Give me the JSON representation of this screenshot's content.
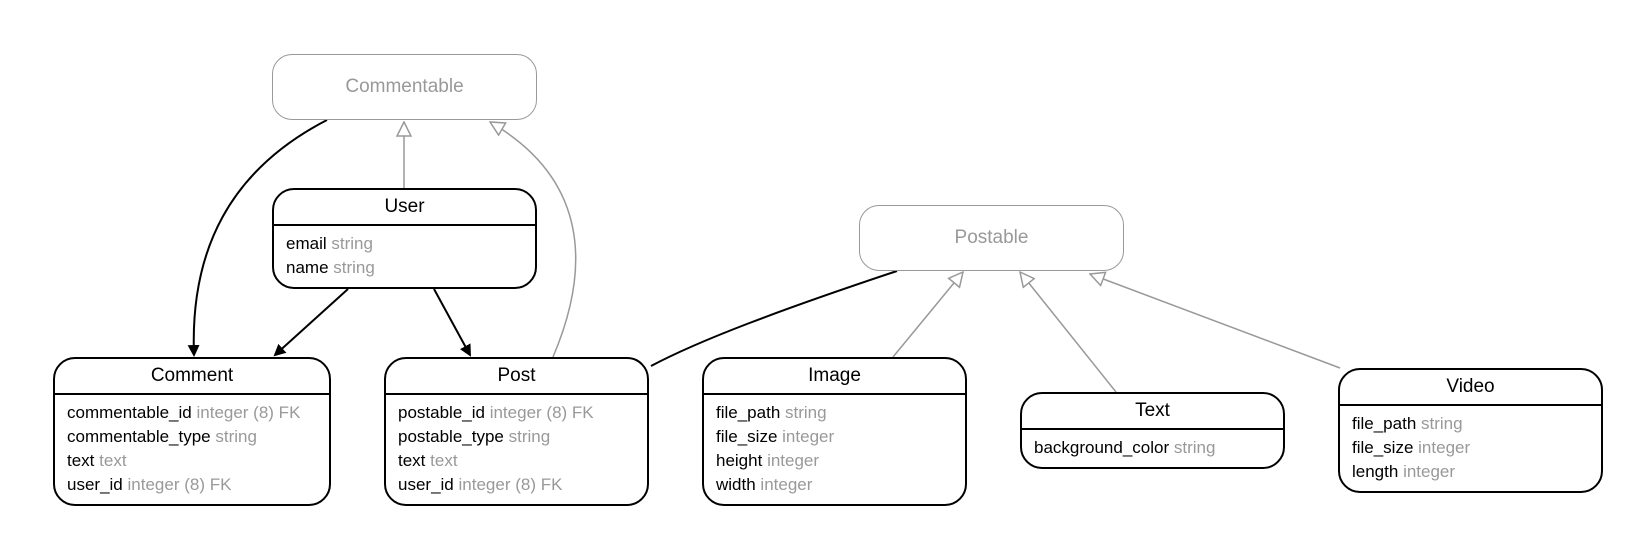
{
  "abstracts": [
    {
      "id": "commentable",
      "label": "Commentable"
    },
    {
      "id": "postable",
      "label": "Postable"
    }
  ],
  "entities": [
    {
      "id": "user",
      "title": "User",
      "attrs": [
        {
          "name": "email",
          "type": "string"
        },
        {
          "name": "name",
          "type": "string"
        }
      ]
    },
    {
      "id": "comment",
      "title": "Comment",
      "attrs": [
        {
          "name": "commentable_id",
          "type": "integer (8) FK"
        },
        {
          "name": "commentable_type",
          "type": "string"
        },
        {
          "name": "text",
          "type": "text"
        },
        {
          "name": "user_id",
          "type": "integer (8) FK"
        }
      ]
    },
    {
      "id": "post",
      "title": "Post",
      "attrs": [
        {
          "name": "postable_id",
          "type": "integer (8) FK"
        },
        {
          "name": "postable_type",
          "type": "string"
        },
        {
          "name": "text",
          "type": "text"
        },
        {
          "name": "user_id",
          "type": "integer (8) FK"
        }
      ]
    },
    {
      "id": "image",
      "title": "Image",
      "attrs": [
        {
          "name": "file_path",
          "type": "string"
        },
        {
          "name": "file_size",
          "type": "integer"
        },
        {
          "name": "height",
          "type": "integer"
        },
        {
          "name": "width",
          "type": "integer"
        }
      ]
    },
    {
      "id": "text",
      "title": "Text",
      "attrs": [
        {
          "name": "background_color",
          "type": "string"
        }
      ]
    },
    {
      "id": "video",
      "title": "Video",
      "attrs": [
        {
          "name": "file_path",
          "type": "string"
        },
        {
          "name": "file_size",
          "type": "integer"
        },
        {
          "name": "length",
          "type": "integer"
        }
      ]
    }
  ],
  "relations": [
    {
      "from": "commentable",
      "to": "comment",
      "kind": "association"
    },
    {
      "from": "user",
      "to": "comment",
      "kind": "association"
    },
    {
      "from": "user",
      "to": "post",
      "kind": "association"
    },
    {
      "from": "user",
      "to": "commentable",
      "kind": "inheritance"
    },
    {
      "from": "post",
      "to": "commentable",
      "kind": "inheritance"
    },
    {
      "from": "postable",
      "to": "post",
      "kind": "association"
    },
    {
      "from": "image",
      "to": "postable",
      "kind": "inheritance"
    },
    {
      "from": "text",
      "to": "postable",
      "kind": "inheritance"
    },
    {
      "from": "video",
      "to": "postable",
      "kind": "inheritance"
    }
  ],
  "colors": {
    "line": "#000000",
    "inherit": "#999999",
    "type_text": "#999999"
  }
}
